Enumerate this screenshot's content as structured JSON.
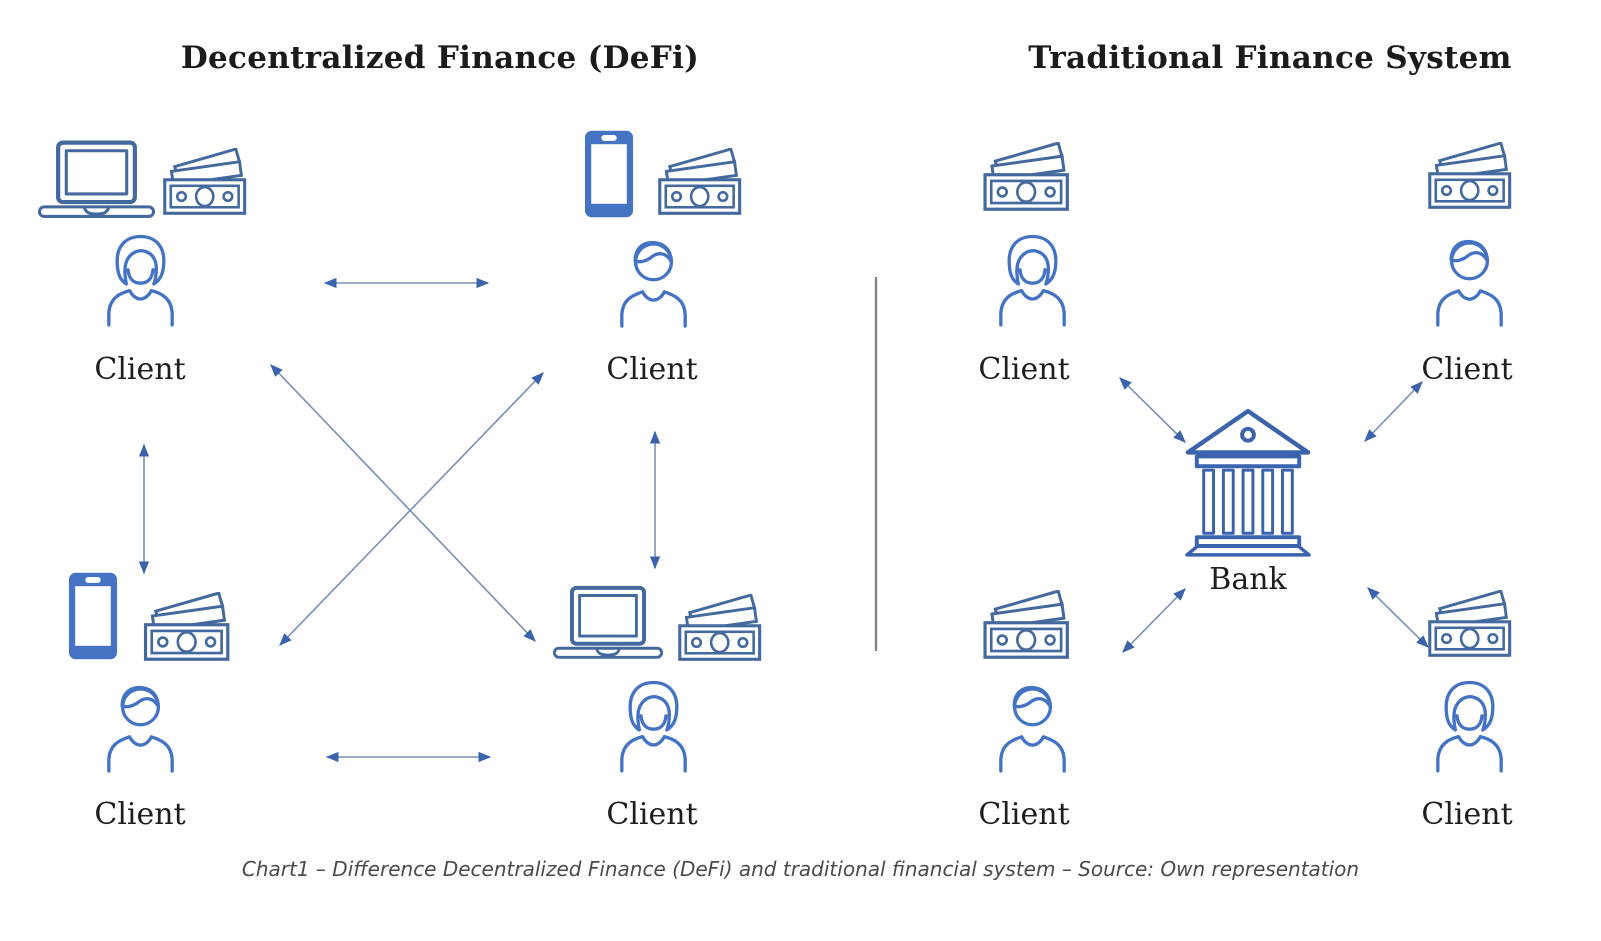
{
  "left_panel": {
    "title": "Decentralized Finance (DeFi)",
    "clients": [
      {
        "label": "Client",
        "person": "woman",
        "icons": [
          "laptop-icon",
          "money-icon"
        ]
      },
      {
        "label": "Client",
        "person": "man",
        "icons": [
          "smartphone-icon",
          "money-icon"
        ]
      },
      {
        "label": "Client",
        "person": "man",
        "icons": [
          "smartphone-icon",
          "money-icon"
        ]
      },
      {
        "label": "Client",
        "person": "woman",
        "icons": [
          "laptop-icon",
          "money-icon"
        ]
      }
    ],
    "connections": "all four clients linked peer-to-peer with double-headed arrows (square + diagonals)"
  },
  "right_panel": {
    "title": "Traditional Finance System",
    "bank_label": "Bank",
    "clients": [
      {
        "label": "Client",
        "person": "woman",
        "icons": [
          "money-icon"
        ]
      },
      {
        "label": "Client",
        "person": "man",
        "icons": [
          "money-icon"
        ]
      },
      {
        "label": "Client",
        "person": "man",
        "icons": [
          "money-icon"
        ]
      },
      {
        "label": "Client",
        "person": "woman",
        "icons": [
          "money-icon"
        ]
      }
    ],
    "connections": "each client linked to central bank with double-headed arrows"
  },
  "caption": "Chart1 – Difference Decentralized Finance (DeFi) and traditional financial system – Source: Own representation",
  "colors": {
    "icon_outline_blue": "#44699e",
    "person_stroke_blue": "#4573c4",
    "smartphone_fill_blue": "#4573c4",
    "bank_stroke_blue": "#3a62ad",
    "arrow_line": "#7b8fb5",
    "arrowhead": "#3a62ad",
    "divider_gray": "#85858d",
    "title_text": "#1b1b1b",
    "label_text": "#1e1e1e",
    "caption_text": "#4a4a4a",
    "background": "#ffffff"
  }
}
